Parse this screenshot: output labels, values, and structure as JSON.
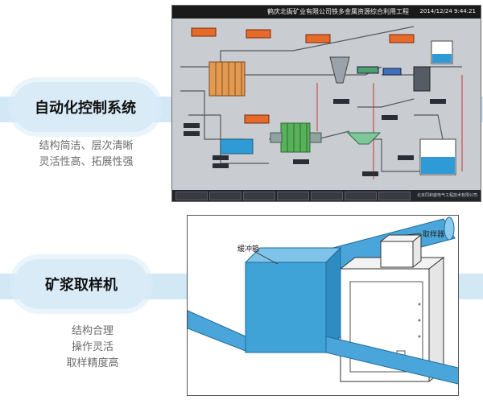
{
  "section1": {
    "title": "自动化控制系统",
    "features": [
      "结构简洁、层次清晰",
      "灵活性高、拓展性强"
    ]
  },
  "scada": {
    "title": "鹤庆北衙矿业有限公司铁多金属资源综合利用工程",
    "timestamp": "2014/12/24 9:44:21",
    "nav_buttons": [
      "",
      "",
      "",
      "",
      "",
      "",
      "",
      "",
      "",
      ""
    ],
    "vendor": "北京同和盛电气工程技术有限公司"
  },
  "section2": {
    "title": "矿浆取样机",
    "features": [
      "结构合理",
      "操作灵活",
      "取样精度高"
    ]
  },
  "diagram": {
    "buffer_box_label": "缓冲箱",
    "sampler_label": "取样器"
  },
  "colors": {
    "band": "#d3e8f5",
    "pill": "#d9ebf7",
    "pipe": "#4aa6da",
    "tank": "#3fa3d8"
  }
}
